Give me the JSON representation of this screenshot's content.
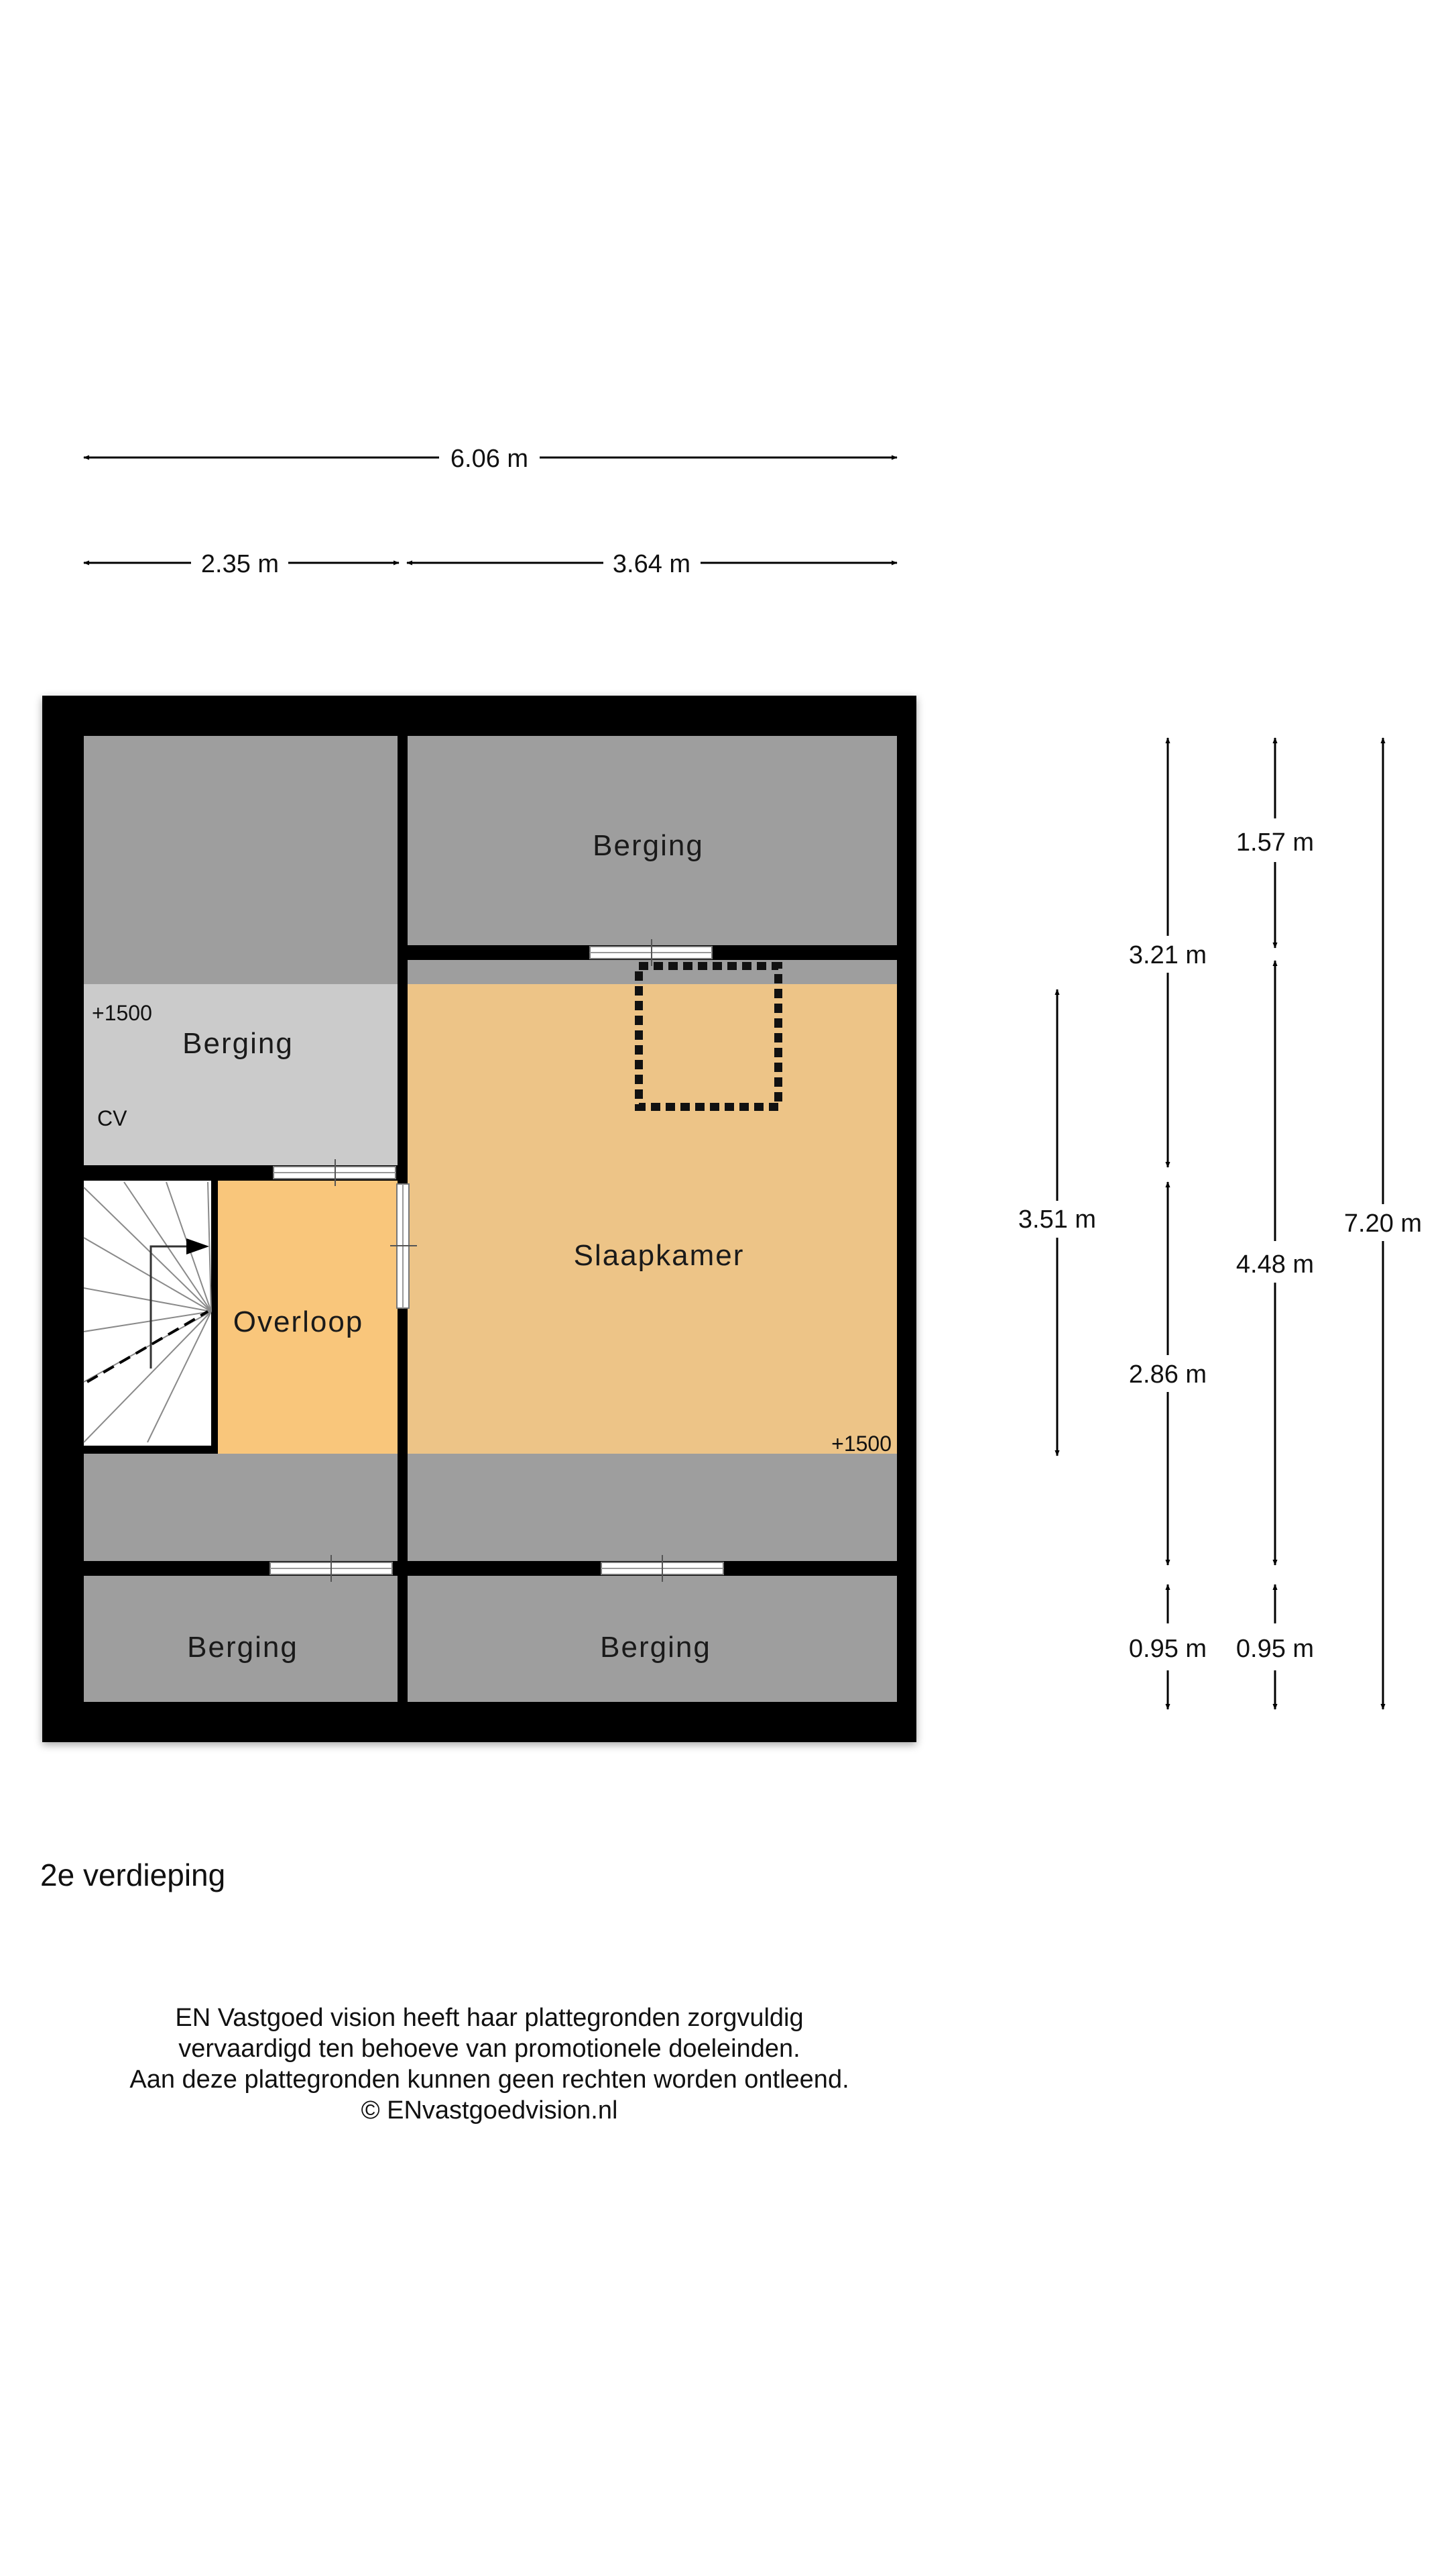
{
  "floor_label": "2e verdieping",
  "dimensions": {
    "total_width": "6.06 m",
    "left_width": "2.35 m",
    "right_width": "3.64 m",
    "height_3_51": "3.51 m",
    "height_3_21": "3.21 m",
    "height_2_86": "2.86 m",
    "height_0_95_a": "0.95 m",
    "height_1_57": "1.57 m",
    "height_4_48": "4.48 m",
    "height_0_95_b": "0.95 m",
    "total_height": "7.20 m"
  },
  "rooms": {
    "berging_top_right": "Berging",
    "berging_left": "Berging",
    "slaapkamer": "Slaapkamer",
    "overloop": "Overloop",
    "berging_bottom_left": "Berging",
    "berging_bottom_right": "Berging"
  },
  "annotations": {
    "level_left": "+1500",
    "level_right": "+1500",
    "cv": "CV"
  },
  "colors": {
    "wall": "#000000",
    "storage": "#9e9e9e",
    "storage_light": "#cbcbcb",
    "bedroom": "#edc487",
    "landing": "#f9c67b",
    "stair": "#ffffff"
  },
  "disclaimer": {
    "line1": "EN Vastgoed vision heeft haar plattegronden zorgvuldig",
    "line2": "vervaardigd ten behoeve van promotionele doeleinden.",
    "line3": "Aan deze plattegronden kunnen geen rechten worden ontleend.",
    "line4": "© ENvastgoedvision.nl"
  }
}
